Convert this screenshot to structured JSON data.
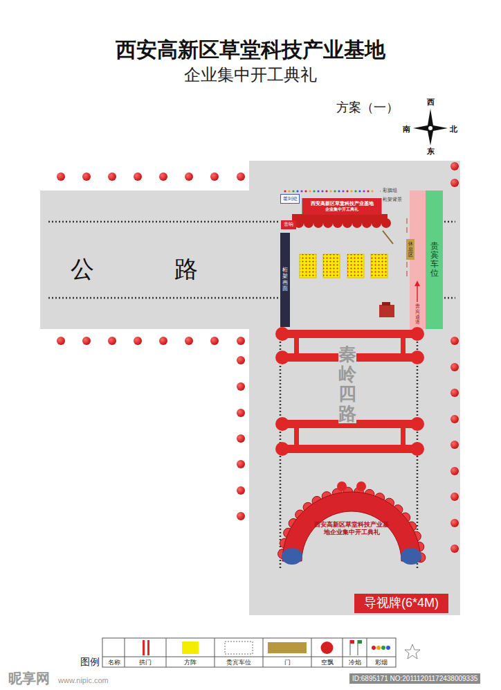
{
  "diagram": {
    "title": "西安高新区草堂科技产业基地",
    "nodes": [
      {
        "text": [
          "西安高新区草堂科技产业基地",
          "企业集中开工典礼"
        ]
      },
      {
        "text": [
          "签到处"
        ]
      },
      {
        "text": [
          "音响"
        ]
      },
      {
        "text": [
          "桁架画面"
        ]
      },
      {
        "text": [
          "贵宾通道"
        ]
      },
      {
        "text": [
          "休息区"
        ]
      },
      {
        "text": [
          "贵宾车位"
        ]
      },
      {
        "text": [
          "西安高新区草堂科技产业基地企业集中开工典礼"
        ]
      },
      {
        "text": [
          "导视牌(6*4M)"
        ]
      }
    ],
    "labels": [
      "企业集中开工典礼",
      "方案（一）",
      "西",
      "南",
      "北",
      "东",
      "公 路",
      "秦岭四路",
      "彩旗组",
      "桁架背景",
      "图例",
      "名称",
      "昵享网",
      "www.nipic.com",
      "ID:6895171 NO:20111201172438009335"
    ],
    "legend": [
      {
        "text": "拱门"
      },
      {
        "text": "方阵",
        "color": "#f5ec00"
      },
      {
        "text": "贵宾车位"
      },
      {
        "text": "门",
        "color": "#b8973f"
      },
      {
        "text": "空飘",
        "color": "#d42020"
      },
      {
        "text": "冷焰"
      },
      {
        "text": "彩烟"
      }
    ]
  }
}
